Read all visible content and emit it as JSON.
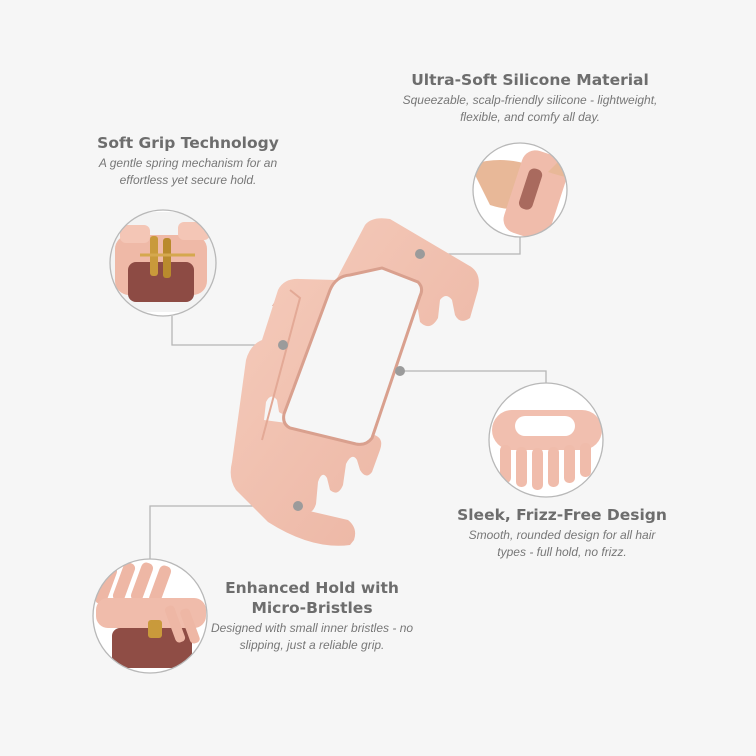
{
  "features": {
    "ultra_soft": {
      "title": "Ultra-Soft Silicone Material",
      "desc": "Squeezable, scalp-friendly silicone - lightweight, flexible, and comfy all day."
    },
    "soft_grip": {
      "title": "Soft Grip Technology",
      "desc": "A gentle spring mechanism for an effortless yet secure hold."
    },
    "sleek": {
      "title": "Sleek, Frizz-Free Design",
      "desc": "Smooth, rounded design for all hair types - full hold, no frizz."
    },
    "enhanced_hold": {
      "title": "Enhanced Hold with Micro-Bristles",
      "desc": "Designed with small inner bristles - no slipping, just a reliable grip."
    }
  },
  "colors": {
    "background": "#f6f6f6",
    "clip_pink": "#f0bfae",
    "clip_shadow": "#d99a86",
    "callout_line": "#b5b5b5",
    "dot": "#9b9b9b"
  },
  "icons": [
    "hair-clip-illustration",
    "hand-squeeze-icon",
    "spring-mechanism-icon",
    "clip-teeth-icon",
    "micro-bristles-icon"
  ]
}
